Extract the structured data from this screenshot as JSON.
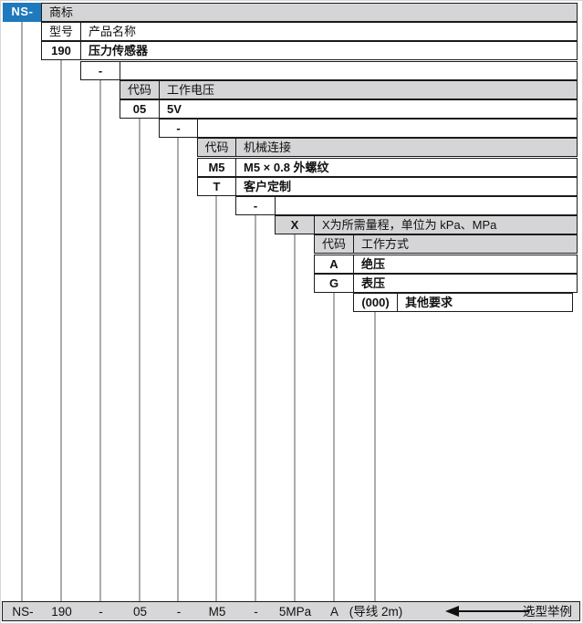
{
  "colors": {
    "accent_blue": "#1e79bd",
    "header_gray": "#d5d5d7",
    "bar_gray": "#d7d7d9",
    "connector_gray": "#acacae",
    "border_black": "#1b1b1b"
  },
  "selector_table": {
    "rows": [
      {
        "code": "NS-",
        "desc": "商标"
      },
      {
        "code": "型号",
        "desc": "产品名称"
      },
      {
        "code": "190",
        "desc": "压力传感器"
      },
      {
        "code": "-",
        "desc": ""
      },
      {
        "code": "代码",
        "desc": "工作电压"
      },
      {
        "code": "05",
        "desc": "5V"
      },
      {
        "code": "-",
        "desc": ""
      },
      {
        "code": "代码",
        "desc": "机械连接"
      },
      {
        "code": "M5",
        "desc": "M5 × 0.8 外螺纹"
      },
      {
        "code": "T",
        "desc": "客户定制"
      },
      {
        "code": "-",
        "desc": ""
      },
      {
        "code": "X",
        "desc": "X为所需量程，单位为 kPa、MPa"
      },
      {
        "code": "代码",
        "desc": "工作方式"
      },
      {
        "code": "A",
        "desc": "绝压"
      },
      {
        "code": "G",
        "desc": "表压"
      },
      {
        "code": "(000)",
        "desc": "其他要求"
      }
    ]
  },
  "example_bar": {
    "tokens": [
      "NS-",
      "190",
      "-",
      "05",
      "-",
      "M5",
      "-",
      "5MPa",
      "A",
      "(导线 2m)"
    ],
    "arrow_label": "选型举例"
  }
}
